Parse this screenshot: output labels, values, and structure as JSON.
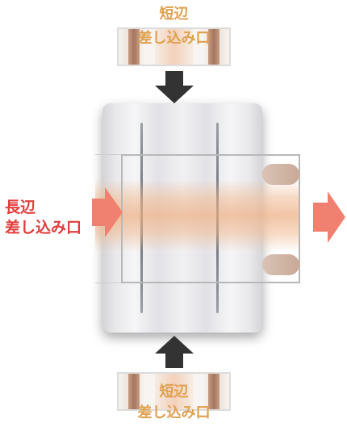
{
  "labels": {
    "top_line1": "短辺",
    "top_line2": "差し込み口",
    "left_line1": "長辺",
    "left_line2": "差し込み口",
    "bottom_line1": "短辺",
    "bottom_line2": "差し込み口"
  },
  "colors": {
    "short_side_text": "#e0a050",
    "long_side_text": "#e23c3c",
    "direction_arrow": "#333333",
    "long_side_arrow": "#f08070"
  }
}
